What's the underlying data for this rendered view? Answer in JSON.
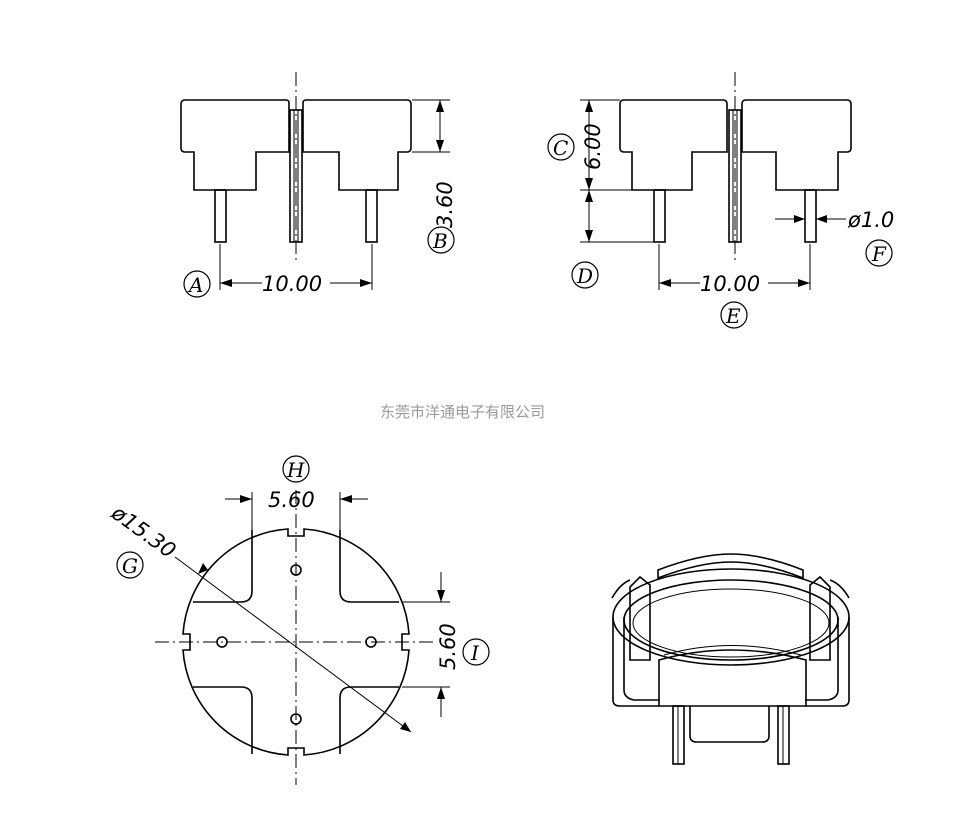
{
  "company": "东莞市洋通电子有限公司",
  "front_view": {
    "pitch": "10.00",
    "height_below": "3.60",
    "callouts": [
      "A",
      "B"
    ]
  },
  "side_view": {
    "body_height": "6.00",
    "pitch": "10.00",
    "pin_diameter": "ø1.0",
    "callouts": [
      "C",
      "D",
      "E",
      "F"
    ]
  },
  "top_view": {
    "diameter": "ø15.30",
    "slot_width_h": "5.60",
    "slot_width_v": "5.60",
    "callouts": [
      "G",
      "H",
      "I"
    ]
  },
  "iso_view": {}
}
